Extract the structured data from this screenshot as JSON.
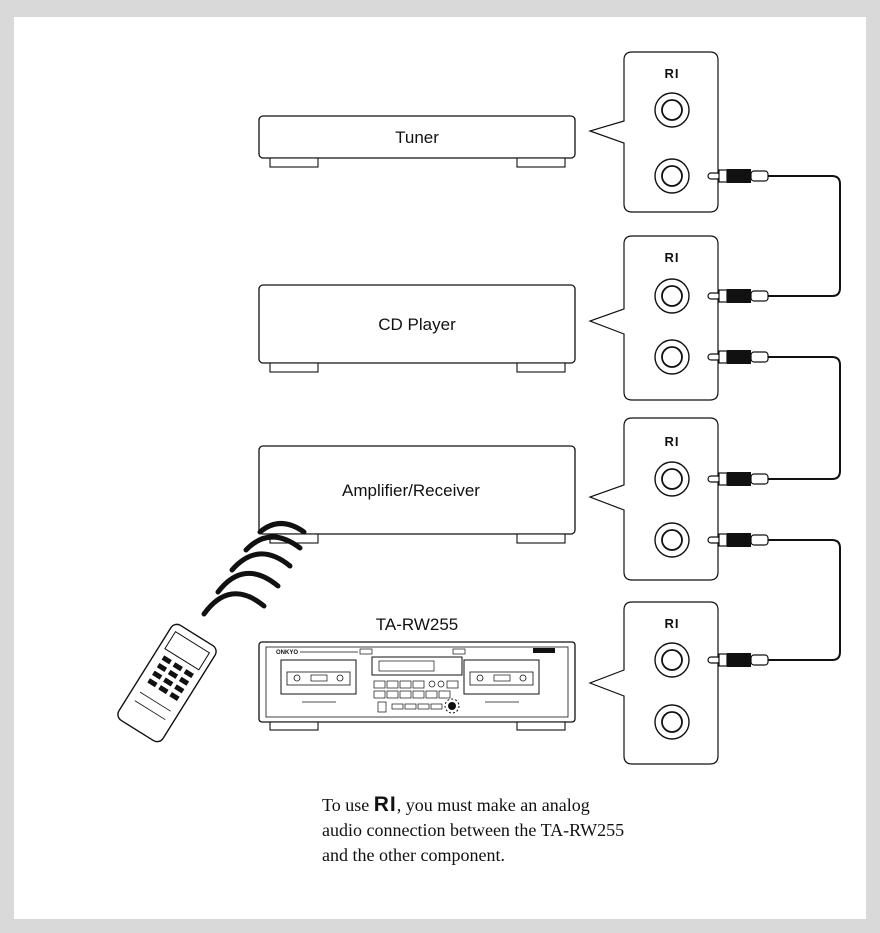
{
  "devices": [
    {
      "id": "tuner",
      "label": "Tuner"
    },
    {
      "id": "cd",
      "label": "CD Player"
    },
    {
      "id": "amp",
      "label": "Amplifier/Receiver"
    },
    {
      "id": "tape",
      "label": "TA-RW255"
    }
  ],
  "ri_logo": "RI",
  "tape_brand": "ONKYO",
  "note": {
    "prefix": "To use ",
    "symbol": "RI",
    "line1_rest": ", you must make an analog",
    "line2": "audio connection between the TA-RW255",
    "line3": "and the other component."
  },
  "colors": {
    "outer_border": "#d9d9d9",
    "ink": "#111111",
    "background": "#ffffff"
  },
  "icons": [
    "remote-control-icon",
    "ir-signal-waves-icon",
    "rca-plug-icon",
    "rca-jack-icon"
  ]
}
